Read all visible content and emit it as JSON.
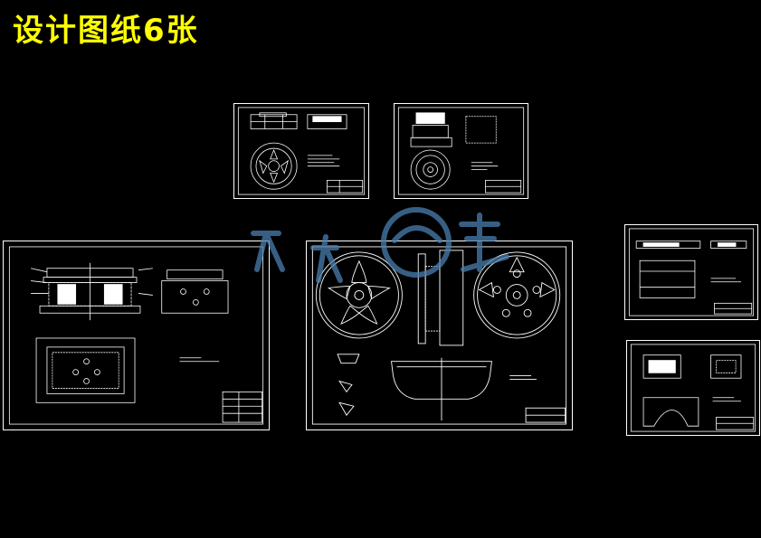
{
  "page": {
    "title": "设计图纸6张",
    "title_color": "#ffff00",
    "background": "#000000",
    "line_color": "#ffffff",
    "watermark_color": "#4a7fb0"
  },
  "sheets": [
    {
      "id": "sheet-1",
      "kind": "mold-assembly-small"
    },
    {
      "id": "sheet-2",
      "kind": "wheel-side-small"
    },
    {
      "id": "sheet-3",
      "kind": "mold-assembly-large"
    },
    {
      "id": "sheet-4",
      "kind": "wheel-assembly-large"
    },
    {
      "id": "sheet-5",
      "kind": "part-section"
    },
    {
      "id": "sheet-6",
      "kind": "part-detail"
    }
  ]
}
